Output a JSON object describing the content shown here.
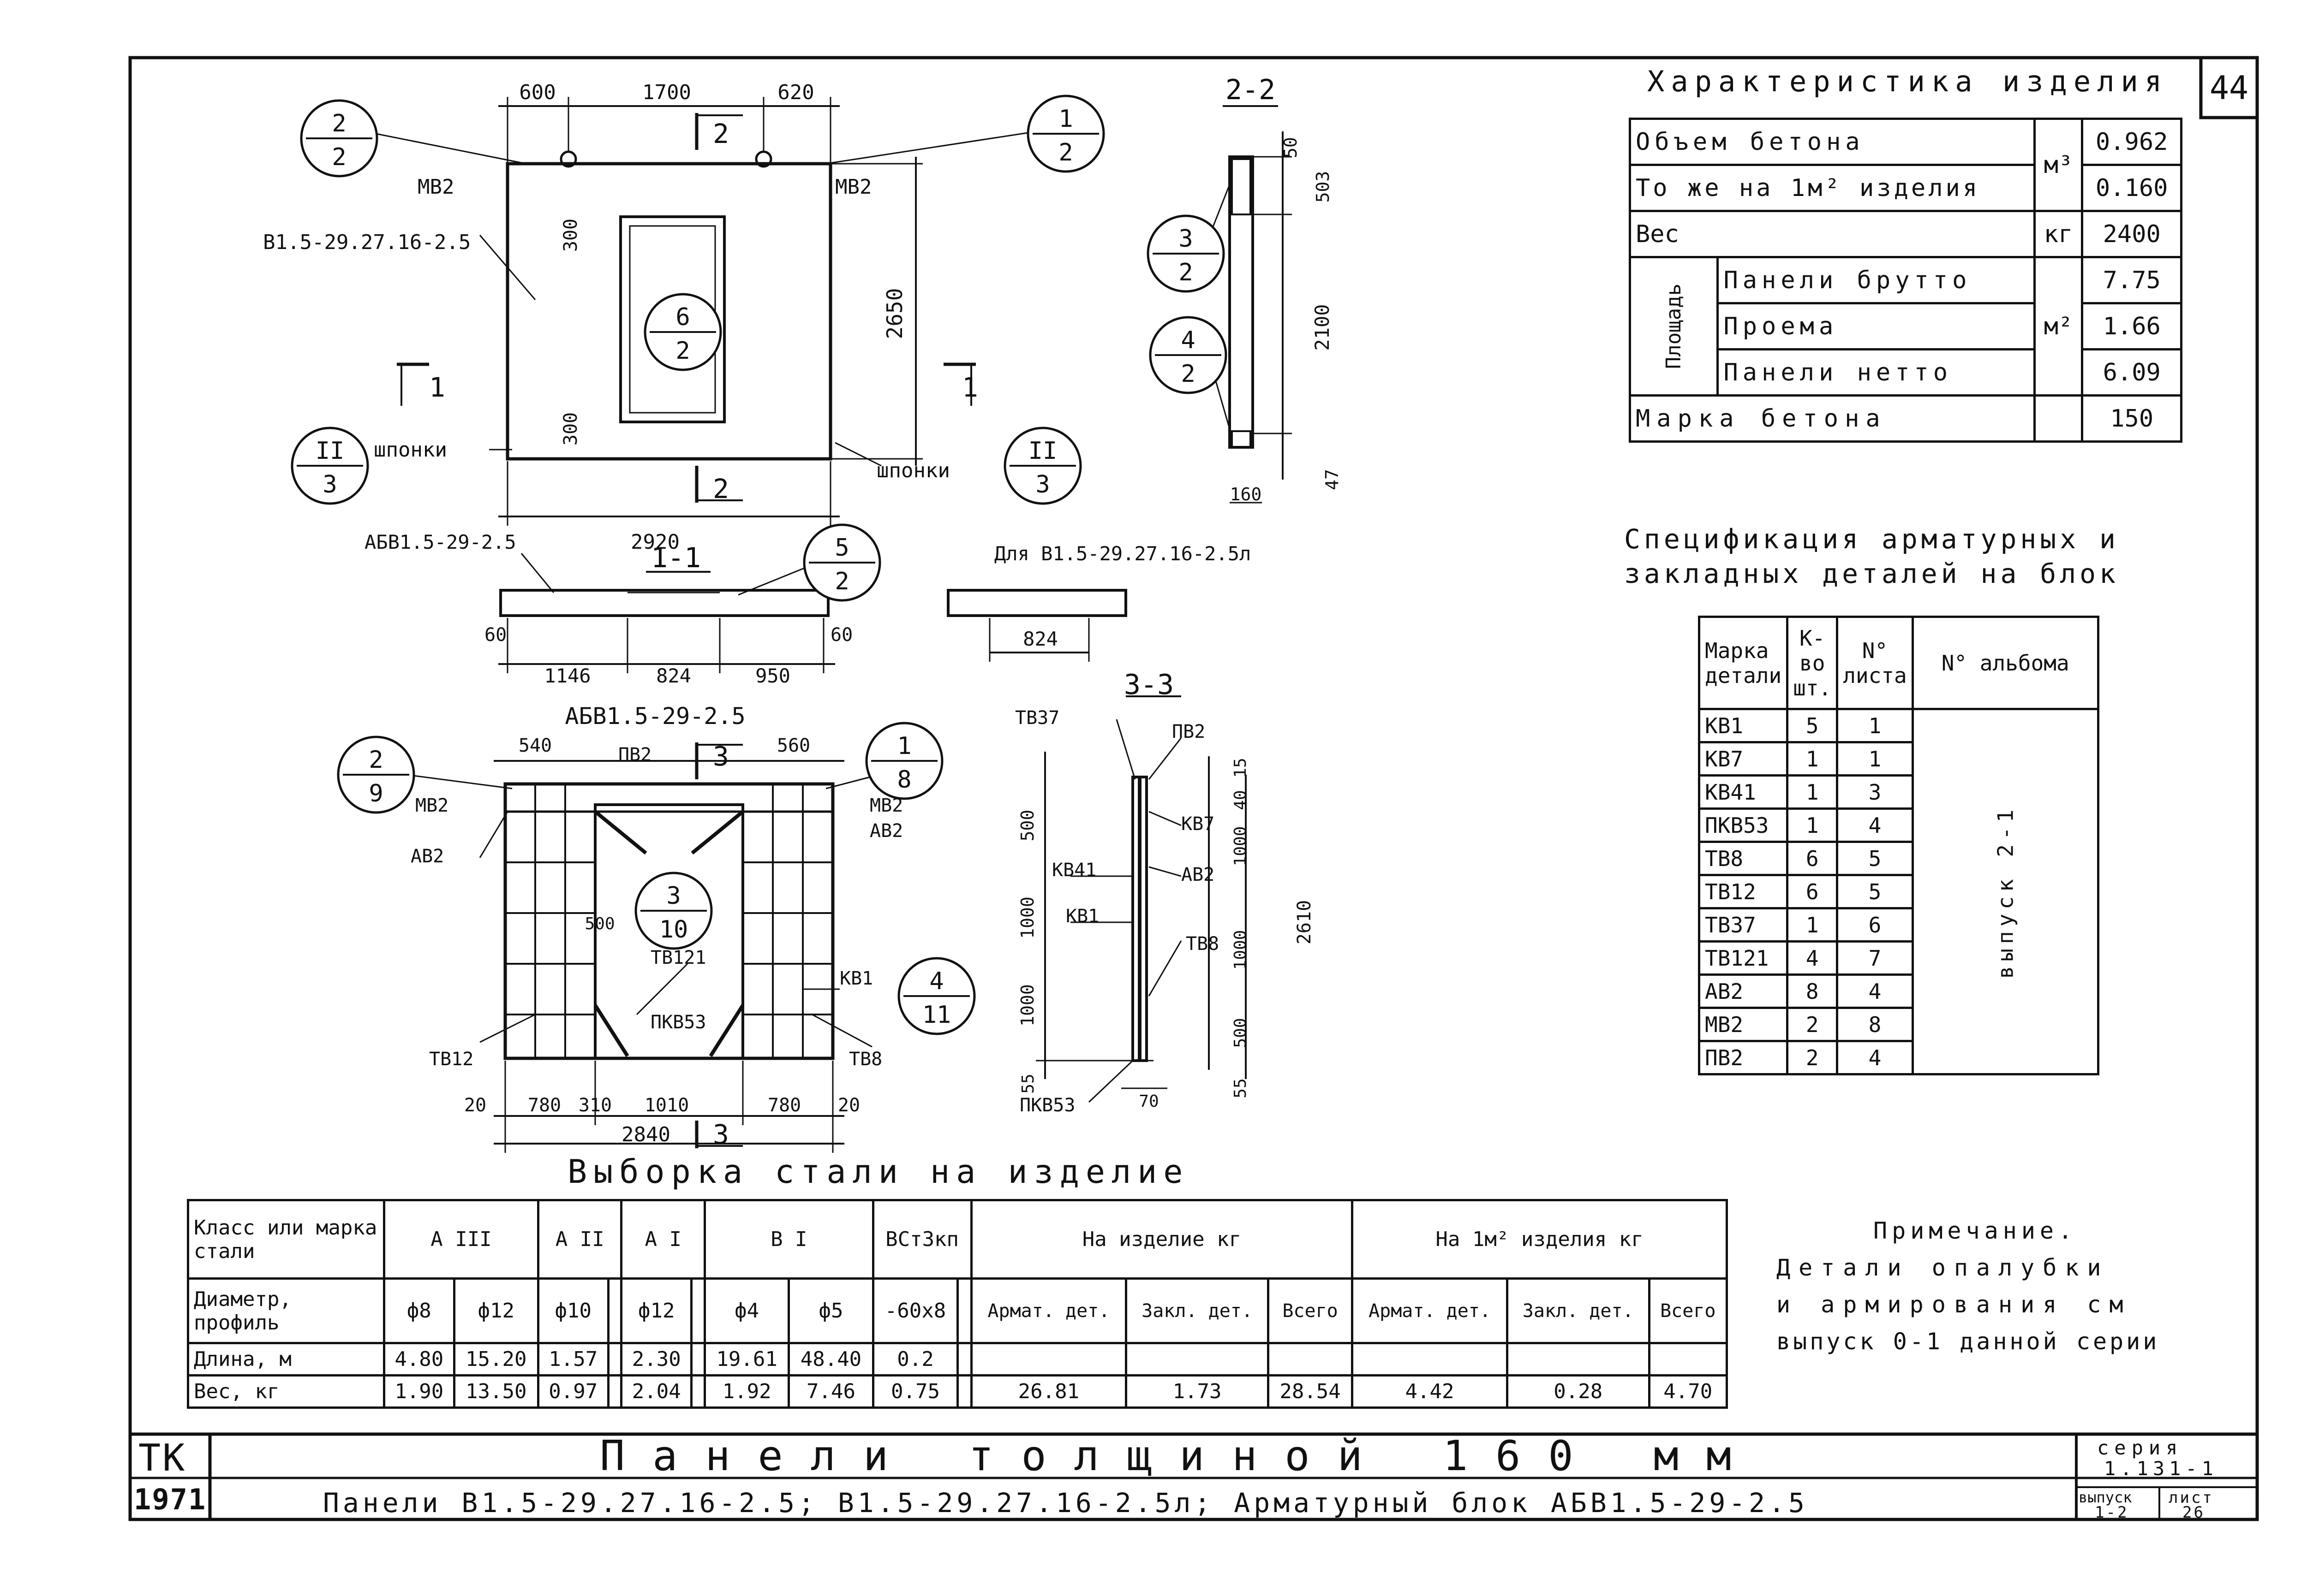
{
  "sheet": {
    "number": "44",
    "series_label": "серия",
    "series": "1.131-1",
    "issue_label": "выпуск",
    "issue": "1-2",
    "sheet_label": "лист",
    "sheet_no": "26",
    "tk": "ТК",
    "year": "1971",
    "title": "Панели толщиной 160 мм",
    "subtitle": "Панели В1.5-29.27.16-2.5; В1.5-29.27.16-2.5л; Арматурный блок АБВ1.5-29-2.5"
  },
  "characteristics": {
    "title": "Характеристика изделия",
    "rows": [
      {
        "label": "Объем бетона",
        "unit": "м³",
        "value": "0.962"
      },
      {
        "label": "То же на 1м² изделия",
        "unit": "",
        "value": "0.160"
      },
      {
        "label": "Вес",
        "unit": "кг",
        "value": "2400"
      },
      {
        "label": "Панели брутто",
        "unit": "",
        "value": "7.75"
      },
      {
        "label": "Проема",
        "unit": "м²",
        "value": "1.66"
      },
      {
        "label": "Панели нетто",
        "unit": "",
        "value": "6.09"
      },
      {
        "label": "Марка бетона",
        "unit": "",
        "value": "150"
      }
    ],
    "area_group": "Площадь"
  },
  "spec": {
    "title_line1": "Спецификация арматурных и",
    "title_line2": "закладных деталей на блок",
    "headers": [
      "Марка детали",
      "К-во шт.",
      "N° листа",
      "N° альбома"
    ],
    "album": "выпуск 2-1",
    "rows": [
      [
        "КВ1",
        "5",
        "1"
      ],
      [
        "КВ7",
        "1",
        "1"
      ],
      [
        "КВ41",
        "1",
        "3"
      ],
      [
        "ПКВ53",
        "1",
        "4"
      ],
      [
        "ТВ8",
        "6",
        "5"
      ],
      [
        "ТВ12",
        "6",
        "5"
      ],
      [
        "ТВ37",
        "1",
        "6"
      ],
      [
        "ТВ121",
        "4",
        "7"
      ],
      [
        "АВ2",
        "8",
        "4"
      ],
      [
        "МВ2",
        "2",
        "8"
      ],
      [
        "ПВ2",
        "2",
        "4"
      ]
    ]
  },
  "steel": {
    "title": "Выборка стали на изделие",
    "class_label": "Класс или марка стали",
    "profile_label": "Диаметр, профиль",
    "length_label": "Длина, м",
    "weight_label": "Вес, кг",
    "classes": [
      "А III",
      "А II",
      "А I",
      "В I",
      "ВСт3кп"
    ],
    "per_item": "На изделие кг",
    "per_m2": "На 1м² изделия кг",
    "sub": [
      "Армат. дет.",
      "Закл. дет.",
      "Всего"
    ],
    "diameters": [
      "ф8",
      "ф12",
      "ф10",
      "",
      "ф12",
      "",
      "ф4",
      "ф5",
      "-60х8",
      ""
    ],
    "lengths": [
      "4.80",
      "15.20",
      "1.57",
      "",
      "2.30",
      "",
      "19.61",
      "48.40",
      "0.2",
      ""
    ],
    "weights": [
      "1.90",
      "13.50",
      "0.97",
      "",
      "2.04",
      "",
      "1.92",
      "7.46",
      "0.75",
      ""
    ],
    "totals_item": [
      "26.81",
      "1.73",
      "28.54"
    ],
    "totals_m2": [
      "4.42",
      "0.28",
      "4.70"
    ]
  },
  "note": {
    "title": "Примечание.",
    "line1": "Детали опалубки",
    "line2": "и армирования см",
    "line3": "выпуск 0-1 данной серии"
  },
  "drawing": {
    "dims_top": [
      "600",
      "1700",
      "620"
    ],
    "dim_height": "2650",
    "dim_300a": "300",
    "dim_300b": "300",
    "dim_width": "2920",
    "label_panel": "В1.5-29.27.16-2.5",
    "label_mv2a": "МВ2",
    "label_mv2b": "МВ2",
    "shponki": "шпонки",
    "sec11": "1-1",
    "sec22": "2-2",
    "sec33": "3-3",
    "sec1_dims": [
      "60",
      "1146",
      "824",
      "950",
      "60"
    ],
    "label_abv": "АБВ1.5-29-2.5",
    "label_for_l": "Для В1.5-29.27.16-2.5л",
    "dim_824": "824",
    "sec22_dims": [
      "50",
      "503",
      "2100",
      "160",
      "47"
    ],
    "cage_dims_top": [
      "540",
      "560"
    ],
    "cage_dims_bottom": [
      "20",
      "780",
      "310",
      "1010",
      "780",
      "20"
    ],
    "cage_total": "2840",
    "cage_500": "500",
    "s33_dims": [
      "500",
      "1000",
      "1000",
      "55",
      "15",
      "40",
      "1000",
      "2610",
      "1000",
      "500",
      "55",
      "70"
    ],
    "marks": [
      "ПВ2",
      "МВ2",
      "АВ2",
      "ТВ121",
      "КВ1",
      "ПКВ53",
      "ТВ12",
      "ТВ8",
      "ТВ37",
      "КВ41",
      "КВ7",
      "АВ2",
      "КВ1",
      "ТВ8",
      "ПКВ53",
      "ПВ2"
    ],
    "callouts": [
      {
        "top": "2",
        "bottom": "2"
      },
      {
        "top": "1",
        "bottom": "2"
      },
      {
        "top": "6",
        "bottom": "2"
      },
      {
        "top": "II",
        "bottom": "3"
      },
      {
        "top": "II",
        "bottom": "3"
      },
      {
        "top": "5",
        "bottom": "2"
      },
      {
        "top": "3",
        "bottom": "2"
      },
      {
        "top": "4",
        "bottom": "2"
      },
      {
        "top": "2",
        "bottom": "9"
      },
      {
        "top": "1",
        "bottom": "8"
      },
      {
        "top": "3",
        "bottom": "10"
      },
      {
        "top": "4",
        "bottom": "11"
      }
    ],
    "sec_marks": [
      "2",
      "1",
      "1",
      "2",
      "3",
      "3"
    ]
  }
}
